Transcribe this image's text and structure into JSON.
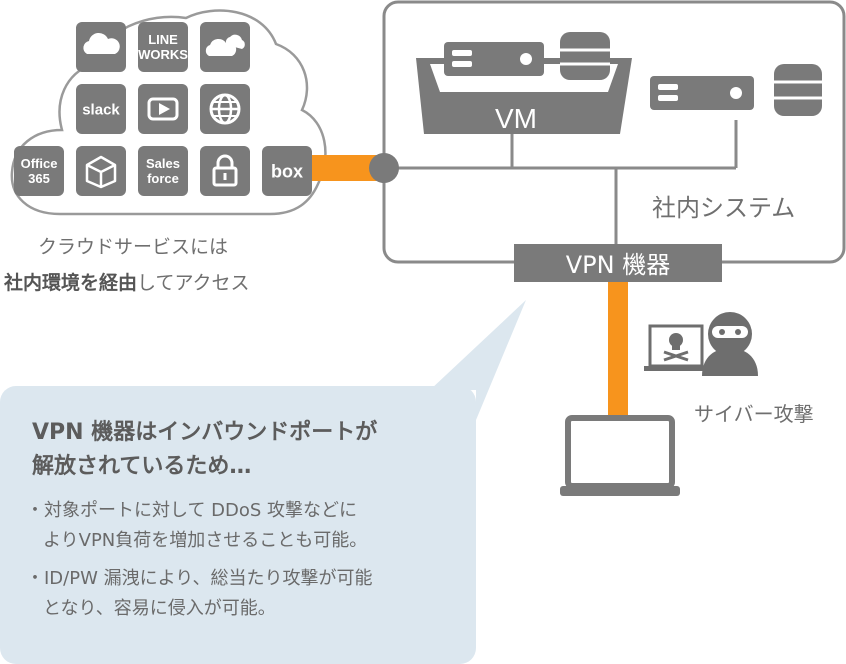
{
  "cloud": {
    "tiles": [
      {
        "id": "cloud1",
        "icon": "cloud-icon",
        "label": ""
      },
      {
        "id": "lineworks",
        "icon": "",
        "label": "LINE\nWORKS"
      },
      {
        "id": "cloud2",
        "icon": "multi-cloud-icon",
        "label": ""
      },
      {
        "id": "slack",
        "icon": "",
        "label": "slack"
      },
      {
        "id": "youtube",
        "icon": "play-icon",
        "label": ""
      },
      {
        "id": "globe",
        "icon": "globe-icon",
        "label": ""
      },
      {
        "id": "office365",
        "icon": "",
        "label": "Office\n365"
      },
      {
        "id": "box3d",
        "icon": "package-icon",
        "label": ""
      },
      {
        "id": "salesforce",
        "icon": "",
        "label": "Sales\nforce"
      },
      {
        "id": "lock",
        "icon": "lock-icon",
        "label": ""
      },
      {
        "id": "box",
        "icon": "",
        "label": "box"
      }
    ],
    "caption_line1": "クラウドサービスには",
    "caption_line2_bold": "社内環境を経由",
    "caption_line2_rest": "してアクセス"
  },
  "network": {
    "vm_label": "VM",
    "internal_system_label": "社内システム",
    "vpn_label": "VPN 機器"
  },
  "attack": {
    "cyber_attack_label": "サイバー攻撃",
    "icons": [
      "skull-icon",
      "hacker-icon",
      "laptop-icon"
    ]
  },
  "callout": {
    "title_line1": "VPN 機器はインバウンドポートが",
    "title_line2": "解放されているため…",
    "bullets": [
      {
        "line1": "・対象ポートに対して DDoS 攻撃などに",
        "line2": "よりVPN負荷を増加させることも可能。"
      },
      {
        "line1": "・ID/PW 漏洩により、総当たり攻撃が可能",
        "line2": "となり、容易に侵入が可能。"
      }
    ]
  },
  "colors": {
    "gray": "#7a7a7a",
    "dark_gray": "#6e6e6e",
    "orange": "#f7941d",
    "callout_bg": "#dce7ef",
    "cloud_border": "#9a9a9a"
  }
}
